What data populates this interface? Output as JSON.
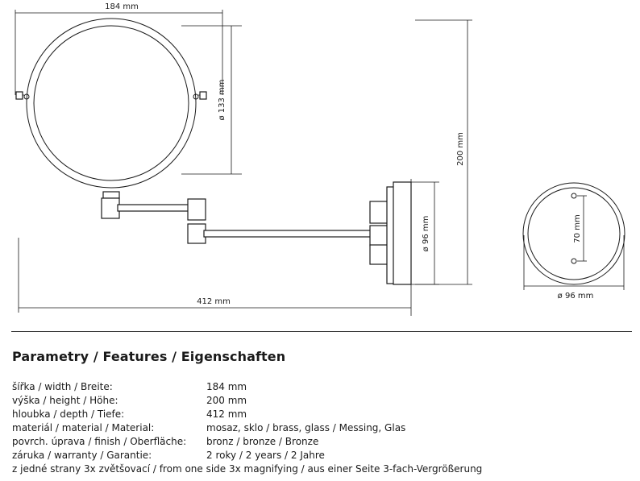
{
  "drawing": {
    "dim_width": "184 mm",
    "dim_mirror_diameter": "ø 133 mm",
    "dim_height": "200 mm",
    "dim_depth": "412 mm",
    "dim_base_diameter_side": "ø 96 mm",
    "dim_hole_spacing": "70 mm",
    "dim_base_diameter_front": "ø 96 mm"
  },
  "features": {
    "heading": "Parametry / Features / Eigenschaften",
    "rows": [
      {
        "label": "šířka / width / Breite:",
        "value": "184 mm"
      },
      {
        "label": "výška / height / Höhe:",
        "value": "200 mm"
      },
      {
        "label": "hloubka / depth / Tiefe:",
        "value": "412 mm"
      },
      {
        "label": "materiál / material / Material:",
        "value": "mosaz, sklo / brass, glass / Messing, Glas"
      },
      {
        "label": "povrch. úprava / finish / Oberfläche:",
        "value": "bronz / bronze / Bronze"
      },
      {
        "label": "záruka / warranty / Garantie:",
        "value": "2 roky / 2 years / 2 Jahre"
      }
    ],
    "note": "z jedné strany 3x zvětšovací / from one side 3x magnifying / aus einer Seite 3-fach-Vergrößerung"
  }
}
